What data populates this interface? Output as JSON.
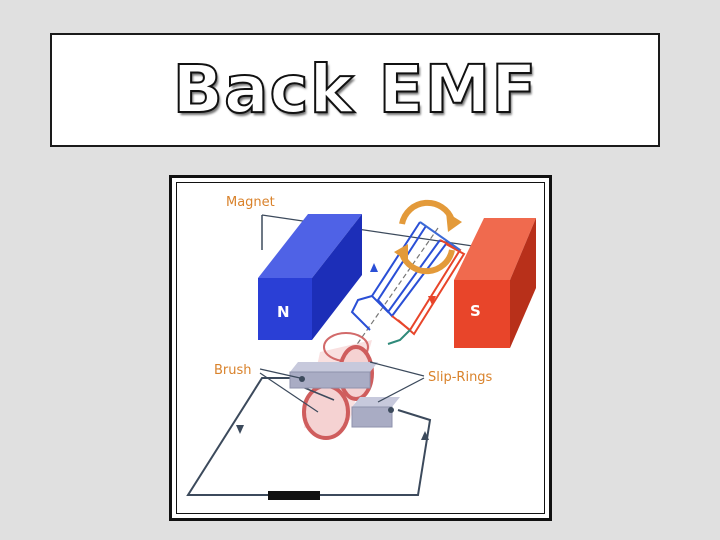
{
  "title": "Back EMF",
  "diagram": {
    "labels": {
      "magnet": "Magnet",
      "brush": "Brush",
      "slip_rings": "Slip-Rings",
      "north": "N",
      "south": "S"
    },
    "colors": {
      "north_magnet": "#2a3fd6",
      "south_magnet": "#e8452a",
      "label": "#d9822b",
      "rotation_arrow": "#e39a3a",
      "ring": "#e07b7b"
    }
  }
}
